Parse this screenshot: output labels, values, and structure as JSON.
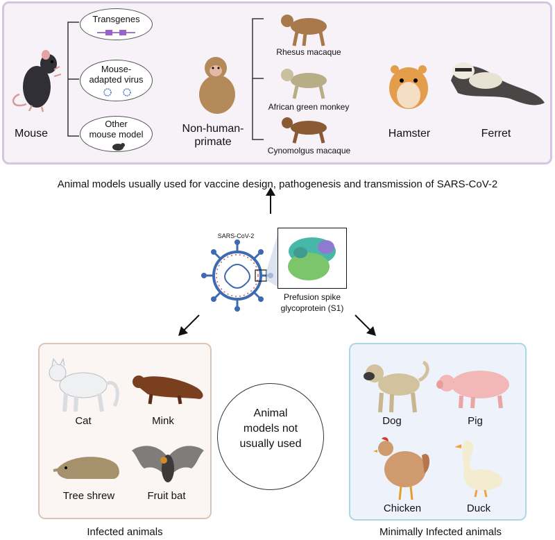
{
  "top_panel": {
    "mouse_label": "Mouse",
    "mouse_options": [
      "Transgenes",
      "Mouse-\nadapted virus",
      "Other\nmouse model"
    ],
    "primate_label": "Non-human-\nprimate",
    "primate_species": [
      "Rhesus macaque",
      "African green monkey",
      "Cynomolgus macaque"
    ],
    "hamster_label": "Hamster",
    "ferret_label": "Ferret"
  },
  "caption_top": "Animal models usually used for vaccine design, pathogenesis and transmission of  SARS-CoV-2",
  "virus": {
    "name": "SARS-CoV-2",
    "spike_label": "Prefusion spike\nglycoprotein (S1)"
  },
  "infected": {
    "animals": [
      "Cat",
      "Mink",
      "Tree shrew",
      "Fruit bat"
    ],
    "caption": "Infected animals"
  },
  "center_text": "Animal\nmodels not\nusually used",
  "minimally_infected": {
    "animals": [
      "Dog",
      "Pig",
      "Chicken",
      "Duck"
    ],
    "caption": "Minimally Infected animals"
  },
  "colors": {
    "top_border": "#d7c3e2",
    "left_border": "#d9c4b8",
    "right_border": "#a9d7e6",
    "virus_blue": "#3d6ab0",
    "virus_red": "#d1524c"
  }
}
